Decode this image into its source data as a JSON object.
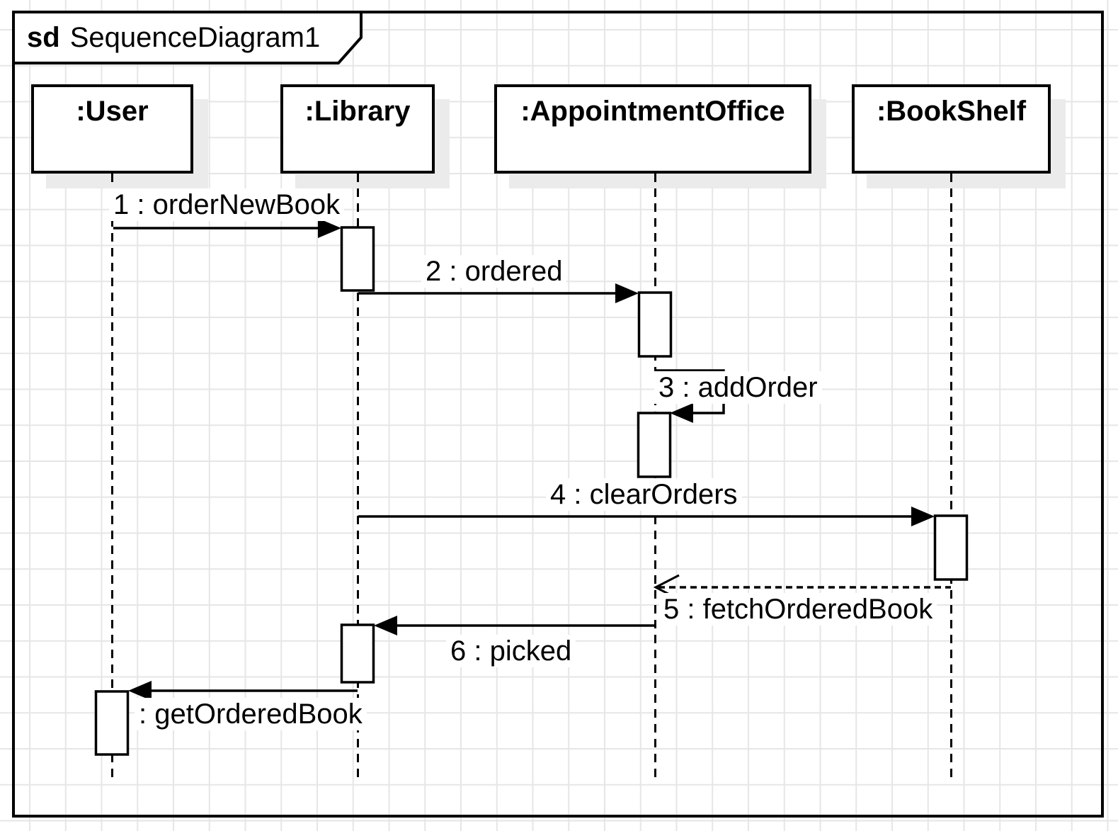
{
  "frame": {
    "keyword": "sd",
    "title": "SequenceDiagram1"
  },
  "lifelines": [
    {
      "id": "user",
      "label": ":User"
    },
    {
      "id": "library",
      "label": ":Library"
    },
    {
      "id": "appointment-office",
      "label": ":AppointmentOffice"
    },
    {
      "id": "bookshelf",
      "label": ":BookShelf"
    }
  ],
  "messages": [
    {
      "num": "1",
      "label": "1 : orderNewBook",
      "from": ":User",
      "to": ":Library",
      "type": "sync"
    },
    {
      "num": "2",
      "label": "2 : ordered",
      "from": ":Library",
      "to": ":AppointmentOffice",
      "type": "sync"
    },
    {
      "num": "3",
      "label": "3 : addOrder",
      "from": ":AppointmentOffice",
      "to": ":AppointmentOffice",
      "type": "self"
    },
    {
      "num": "4",
      "label": "4 : clearOrders",
      "from": ":Library",
      "to": ":BookShelf",
      "type": "sync"
    },
    {
      "num": "5",
      "label": "5 : fetchOrderedBook",
      "from": ":BookShelf",
      "to": ":AppointmentOffice",
      "type": "return-dashed"
    },
    {
      "num": "6",
      "label": "6 : picked",
      "from": ":AppointmentOffice",
      "to": ":Library",
      "type": "sync"
    },
    {
      "num": "",
      "label": ": getOrderedBook",
      "from": ":Library",
      "to": ":User",
      "type": "sync"
    }
  ],
  "colors": {
    "stroke": "#000000",
    "fill": "#ffffff",
    "grid": "#e6e6e6",
    "shadow": "#ebebeb"
  }
}
